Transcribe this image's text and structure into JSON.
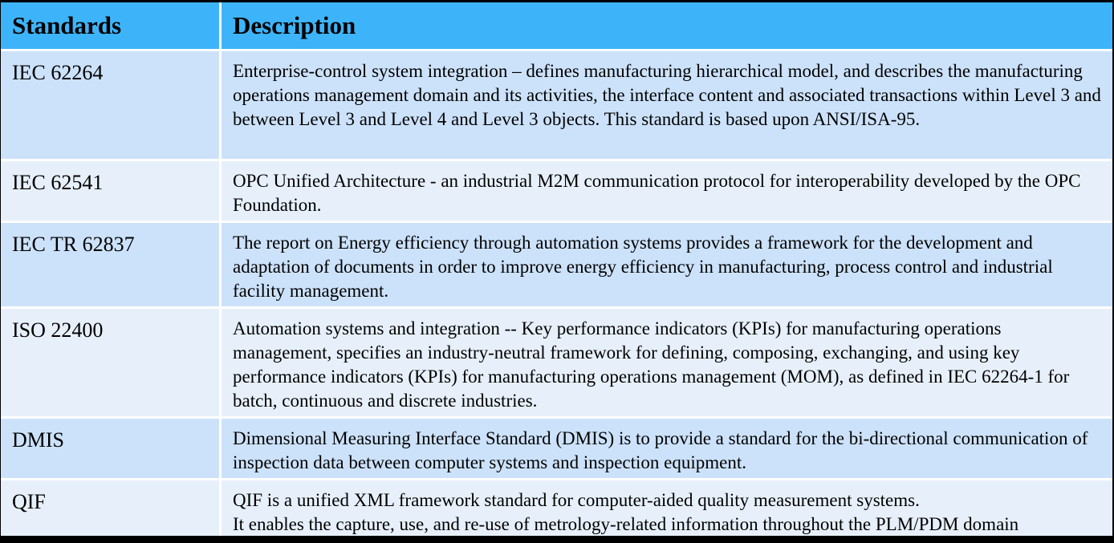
{
  "table": {
    "headers": [
      "Standards",
      "Description"
    ],
    "rows": [
      {
        "standard": "IEC 62264",
        "description": "Enterprise-control system integration – defines manufacturing hierarchical  model, and describes the manufacturing operations management domain and its activities,  the interface content and associated transactions within Level 3 and between Level 3 and Level 4 and Level 3 objects. This standard is based upon ANSI/ISA-95."
      },
      {
        "standard": "IEC 62541",
        "description": "OPC Unified Architecture - an industrial M2M communication protocol for interoperability  developed by the OPC Foundation."
      },
      {
        "standard": "IEC TR 62837",
        "description": "The report on Energy efficiency through automation systems provides a framework for the development and adaptation of documents in order to improve energy efficiency  in manufacturing, process control and industrial facility  management."
      },
      {
        "standard": "ISO 22400",
        "description": "Automation systems and integration -- Key performance indicators (KPIs) for manufacturing operations management, specifies an industry-neutral framework for defining, composing, exchanging, and using key performance indicators (KPIs) for manufacturing operations management (MOM), as defined in IEC 62264-1  for batch, continuous and discrete industries."
      },
      {
        "standard": "DMIS",
        "description": "Dimensional Measuring Interface Standard (DMIS) is to provide a standard for the bi-directional communication of inspection data between computer systems and inspection equipment."
      },
      {
        "standard": "QIF",
        "description_lines": [
          "QIF is a unified XML framework standard for computer-aided quality measurement systems.",
          "It enables the capture, use, and re-use of metrology-related information throughout the PLM/PDM domain"
        ]
      }
    ]
  },
  "colors": {
    "header_bg": "#3DB4FA",
    "row_odd_bg": "#CCE2FA",
    "row_even_bg": "#E7F0FA",
    "frame": "#000000"
  }
}
